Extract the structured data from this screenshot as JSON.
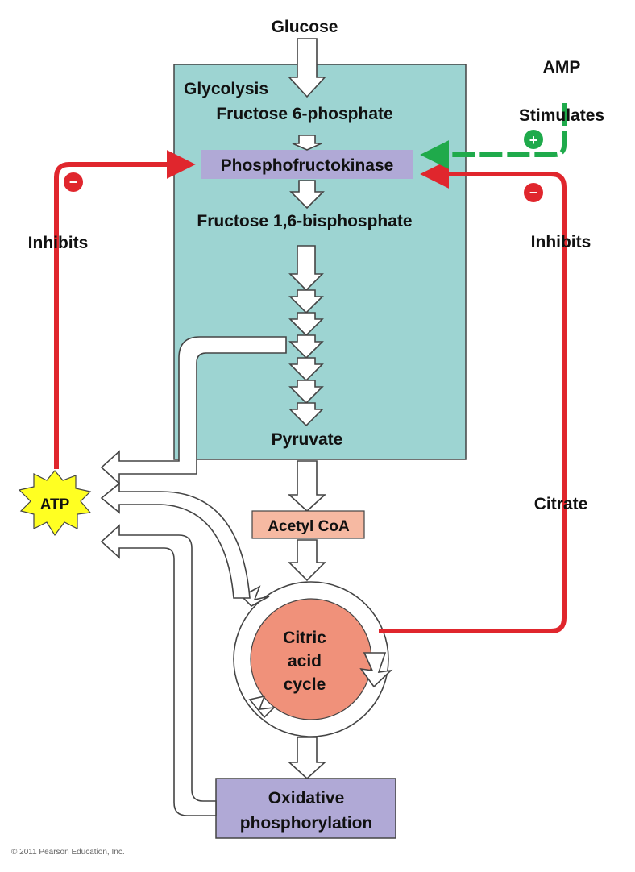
{
  "labels": {
    "glucose": "Glucose",
    "glycolysis": "Glycolysis",
    "f6p": "Fructose 6-phosphate",
    "pfk": "Phosphofructokinase",
    "f16bp": "Fructose 1,6-bisphosphate",
    "pyruvate": "Pyruvate",
    "acetyl_coa": "Acetyl CoA",
    "citric_1": "Citric",
    "citric_2": "acid",
    "citric_3": "cycle",
    "oxphos_1": "Oxidative",
    "oxphos_2": "phosphorylation",
    "atp": "ATP",
    "amp": "AMP",
    "stimulates": "Stimulates",
    "inhibits_left": "Inhibits",
    "inhibits_right": "Inhibits",
    "citrate": "Citrate",
    "plus_sign": "+",
    "minus_left": "−",
    "minus_right": "−",
    "copyright": "© 2011 Pearson Education, Inc."
  },
  "colors": {
    "glycolysis_box": "#9dd4d2",
    "pfk_box": "#b0a9d6",
    "acetyl_box": "#f6b9a2",
    "citric_circle": "#f0917a",
    "oxphos_box": "#b0a9d6",
    "inhibit_red": "#e0262d",
    "stimulate_green": "#1faa4b",
    "atp_yellow": "#ffff22"
  }
}
